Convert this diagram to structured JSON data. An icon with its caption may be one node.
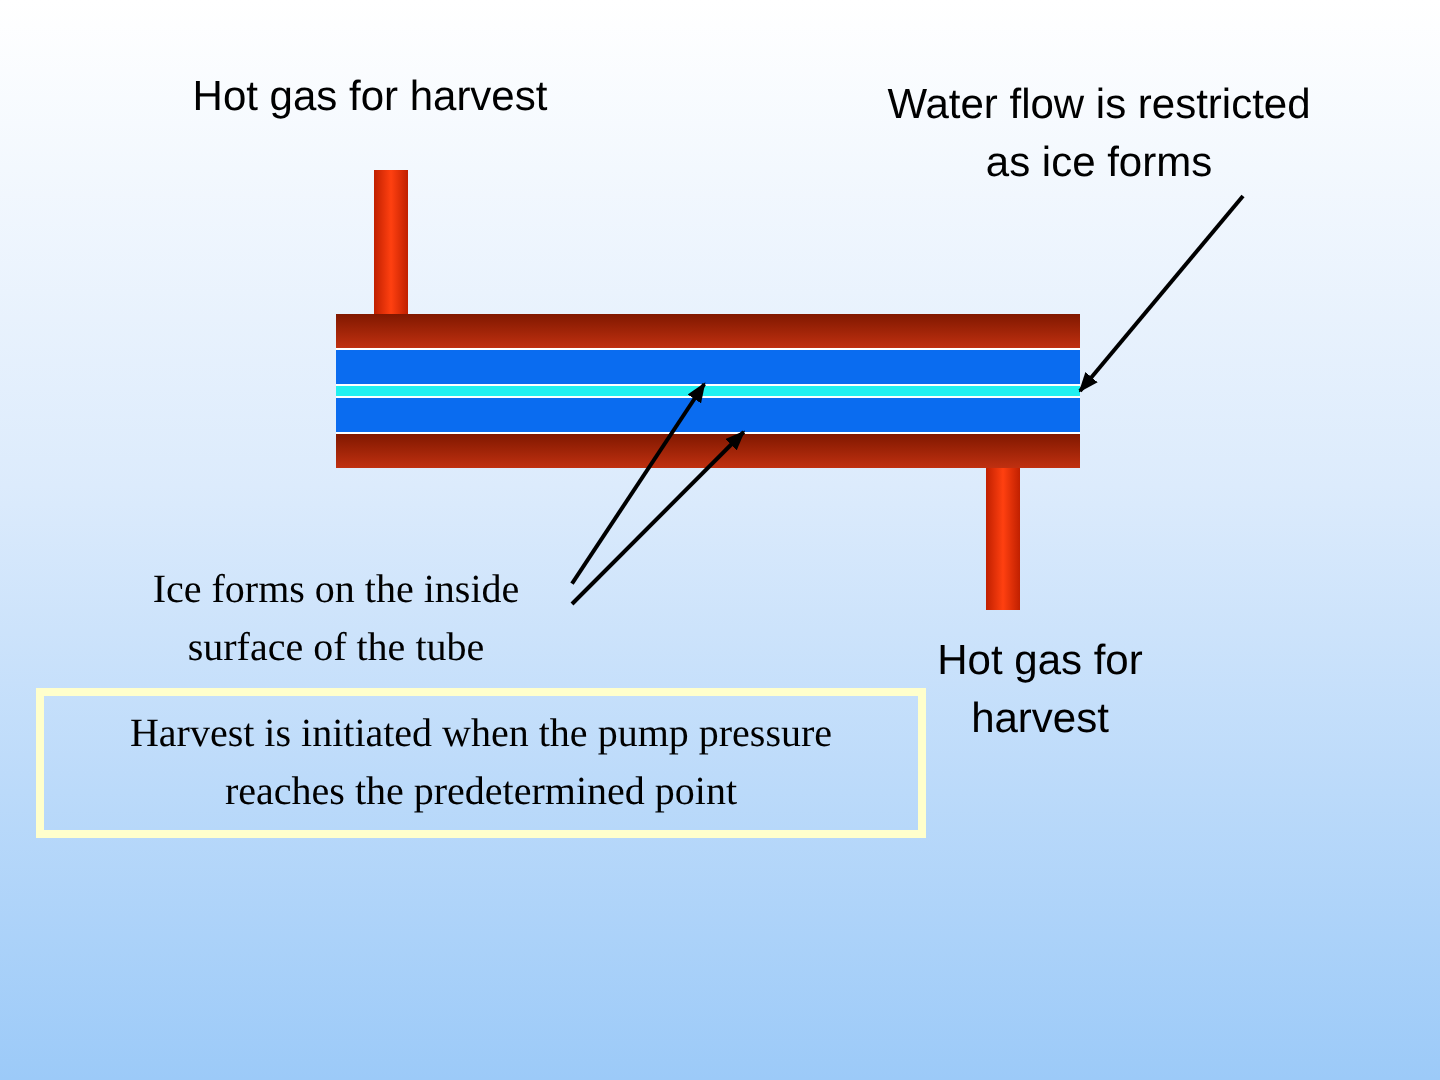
{
  "diagram": {
    "nodes": [
      {
        "text": [
          "Water flow is restricted as ice forms"
        ]
      },
      {
        "text": [
          "Ice forms on the inside surface of the tube"
        ]
      },
      {
        "text": [
          "Harvest is initiated when the pump pressure reaches the predetermined point"
        ]
      },
      {
        "text": [],
        "shape": "bar"
      },
      {
        "text": [],
        "shape": "bar"
      },
      {
        "text": [],
        "shape": "bar"
      }
    ],
    "edges": [
      {
        "from": 1,
        "to": 3,
        "arrow": "to"
      },
      {
        "from": 1,
        "to": 5,
        "arrow": "to"
      },
      {
        "from": 0,
        "to": 4,
        "arrow": "to"
      }
    ],
    "labels": [
      "Hot gas for harvest",
      "Hot gas for harvest"
    ]
  }
}
